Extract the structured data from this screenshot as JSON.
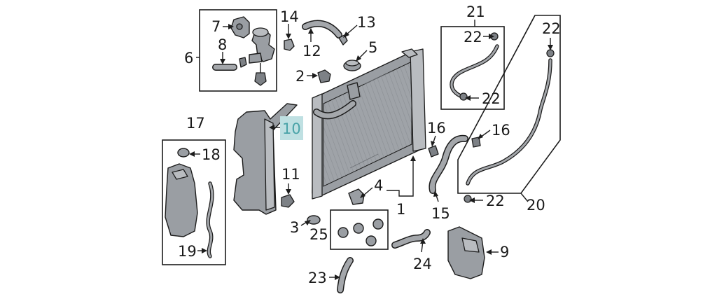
{
  "diagram": {
    "callouts": {
      "c1": "1",
      "c2": "2",
      "c3": "3",
      "c4": "4",
      "c5": "5",
      "c6": "6",
      "c7": "7",
      "c8": "8",
      "c9": "9",
      "c10": "10",
      "c11": "11",
      "c12": "12",
      "c13": "13",
      "c14": "14",
      "c15": "15",
      "c16a": "16",
      "c16b": "16",
      "c17": "17",
      "c18": "18",
      "c19": "19",
      "c20": "20",
      "c21": "21",
      "c22a": "22",
      "c22b": "22",
      "c22c": "22",
      "c22d": "22",
      "c23": "23",
      "c24": "24",
      "c25": "25"
    },
    "highlight_color": "#4aa3a8",
    "highlight_fill": "#bfe0e2"
  }
}
